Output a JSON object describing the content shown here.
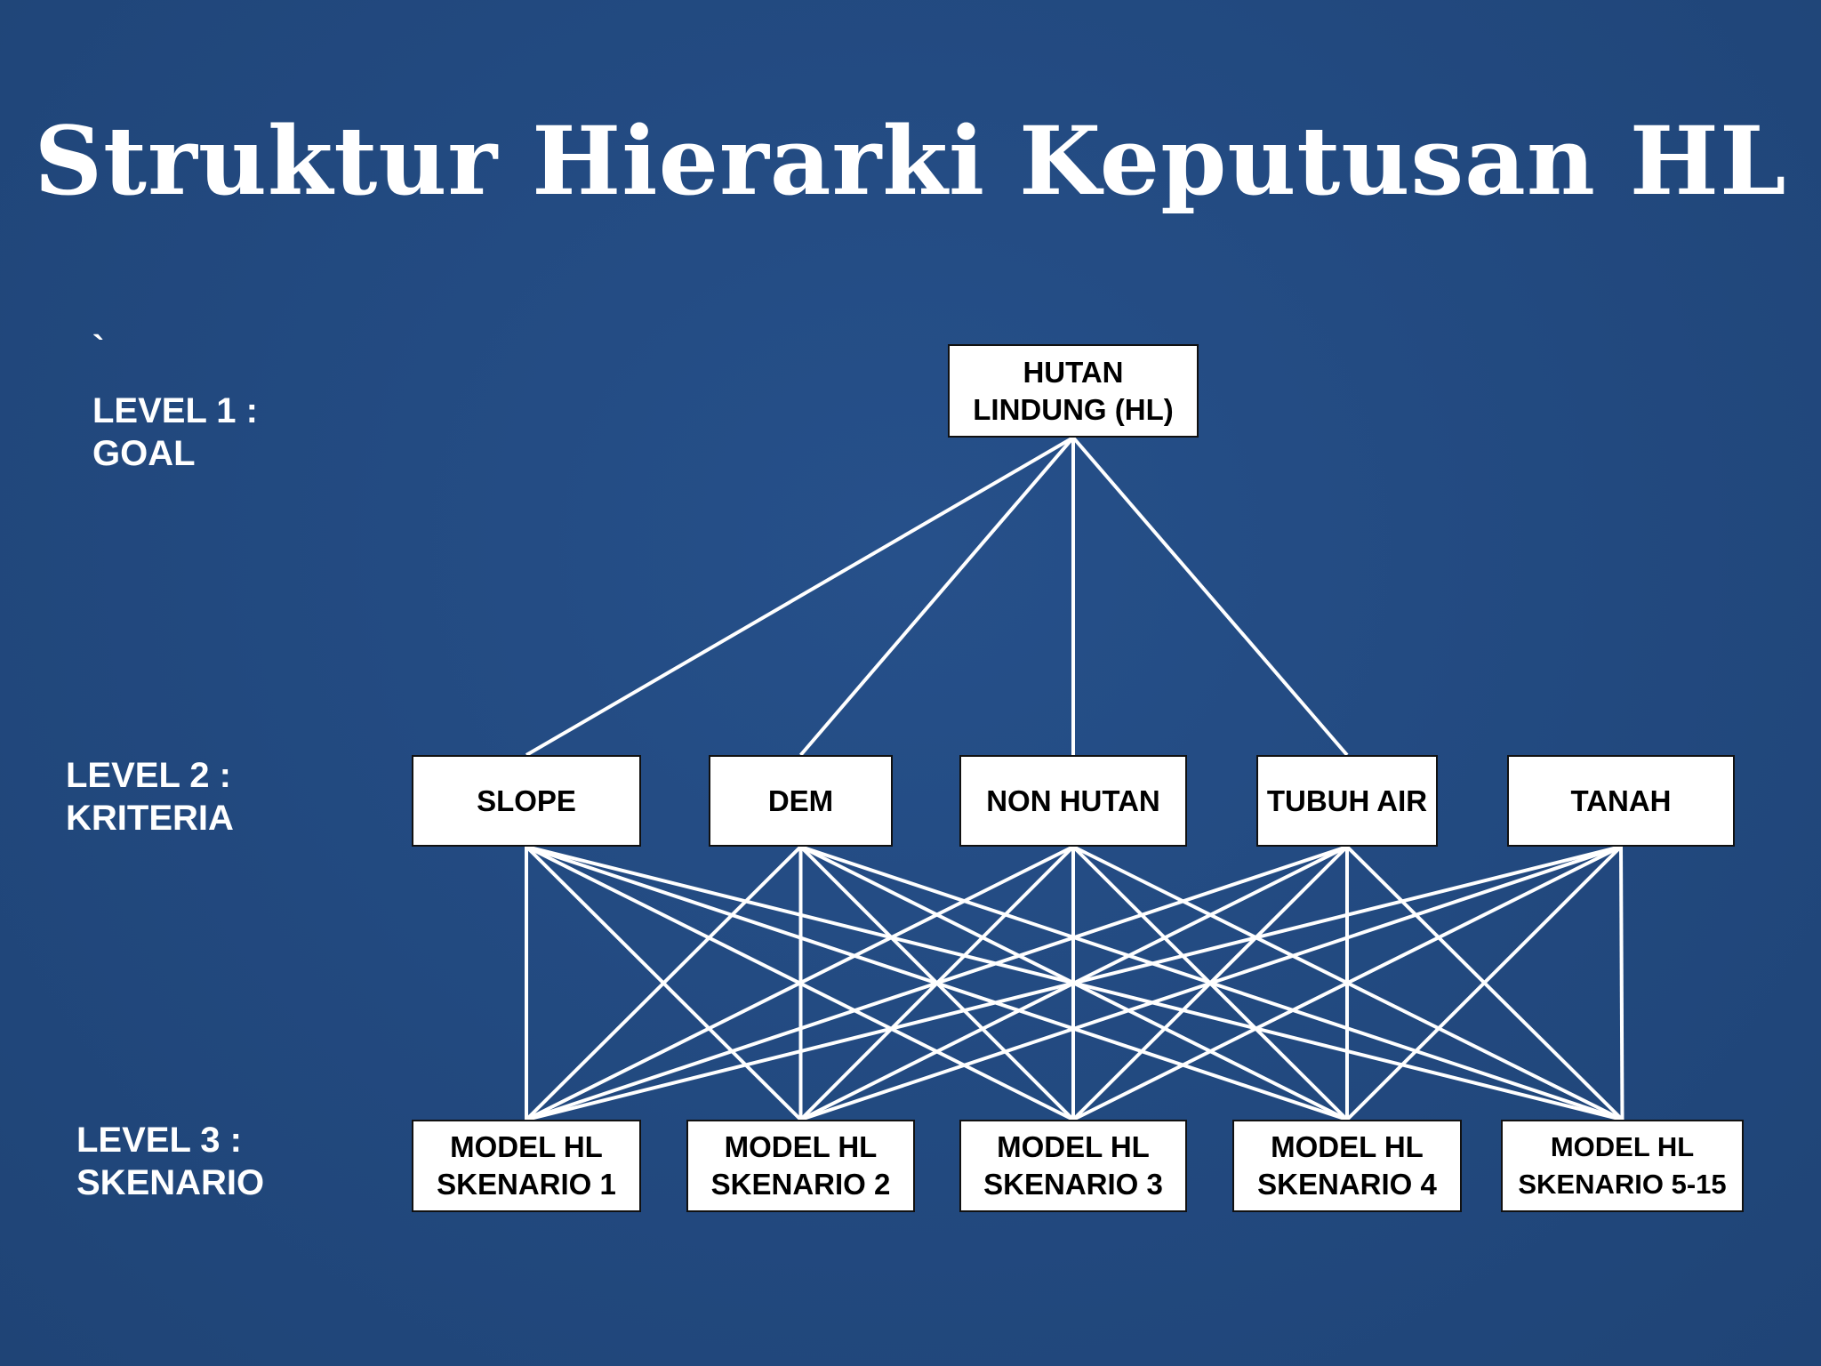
{
  "title": "Struktur Hierarki Keputusan HL",
  "stray_mark": "`",
  "colors": {
    "background": "#22497f",
    "text": "#ffffff",
    "box_fill": "#ffffff",
    "box_text": "#000000",
    "connector": "#ffffff"
  },
  "levels": [
    {
      "id": "goal",
      "label": "LEVEL 1 :\nGOAL"
    },
    {
      "id": "kriteria",
      "label": "LEVEL 2 :\nKRITERIA"
    },
    {
      "id": "skenario",
      "label": "LEVEL 3 :\nSKENARIO"
    }
  ],
  "goal": {
    "label": "HUTAN\nLINDUNG (HL)"
  },
  "criteria": [
    {
      "label": "SLOPE"
    },
    {
      "label": "DEM"
    },
    {
      "label": "NON HUTAN"
    },
    {
      "label": "TUBUH AIR"
    },
    {
      "label": "TANAH"
    }
  ],
  "scenarios": [
    {
      "label": "MODEL HL\nSKENARIO 1"
    },
    {
      "label": "MODEL HL\nSKENARIO 2"
    },
    {
      "label": "MODEL HL\nSKENARIO 3"
    },
    {
      "label": "MODEL HL\nSKENARIO 4"
    },
    {
      "label": "MODEL HL\nSKENARIO  5-15"
    }
  ],
  "goal_links": [
    "SLOPE",
    "DEM",
    "NON HUTAN",
    "TUBUH AIR"
  ]
}
